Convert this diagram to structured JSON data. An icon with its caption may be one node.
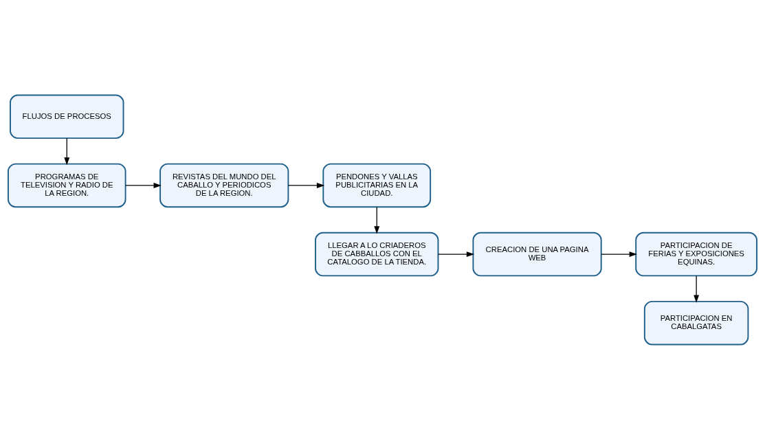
{
  "diagram": {
    "nodes": [
      {
        "text": [
          "FLUJOS DE PROCESOS"
        ]
      },
      {
        "text": [
          "PROGRAMAS DE TELEVISION Y RADIO DE LA REGION."
        ]
      },
      {
        "text": [
          "REVISTAS DEL MUNDO DEL CABALLO Y PERIODICOS DE LA REGION."
        ]
      },
      {
        "text": [
          "PENDONES Y VALLAS PUBLICITARIAS EN LA CIUDAD."
        ]
      },
      {
        "text": [
          "LLEGAR A LO CRIADEROS DE CABBALLOS CON EL CATALOGO DE LA TIENDA."
        ]
      },
      {
        "text": [
          "CREACION DE UNA PAGINA WEB"
        ]
      },
      {
        "text": [
          "PARTICIPACION DE FERIAS Y EXPOSICIONES EQUINAS."
        ]
      },
      {
        "text": [
          "PARTICIPACION EN CABALGATAS"
        ]
      }
    ],
    "edges": [
      {
        "from": 0,
        "to": 1,
        "arrow": "to"
      },
      {
        "from": 1,
        "to": 2,
        "arrow": "to"
      },
      {
        "from": 2,
        "to": 3,
        "arrow": "to"
      },
      {
        "from": 3,
        "to": 4,
        "arrow": "to"
      },
      {
        "from": 4,
        "to": 5,
        "arrow": "to"
      },
      {
        "from": 5,
        "to": 6,
        "arrow": "to"
      },
      {
        "from": 6,
        "to": 7,
        "arrow": "to"
      }
    ]
  }
}
